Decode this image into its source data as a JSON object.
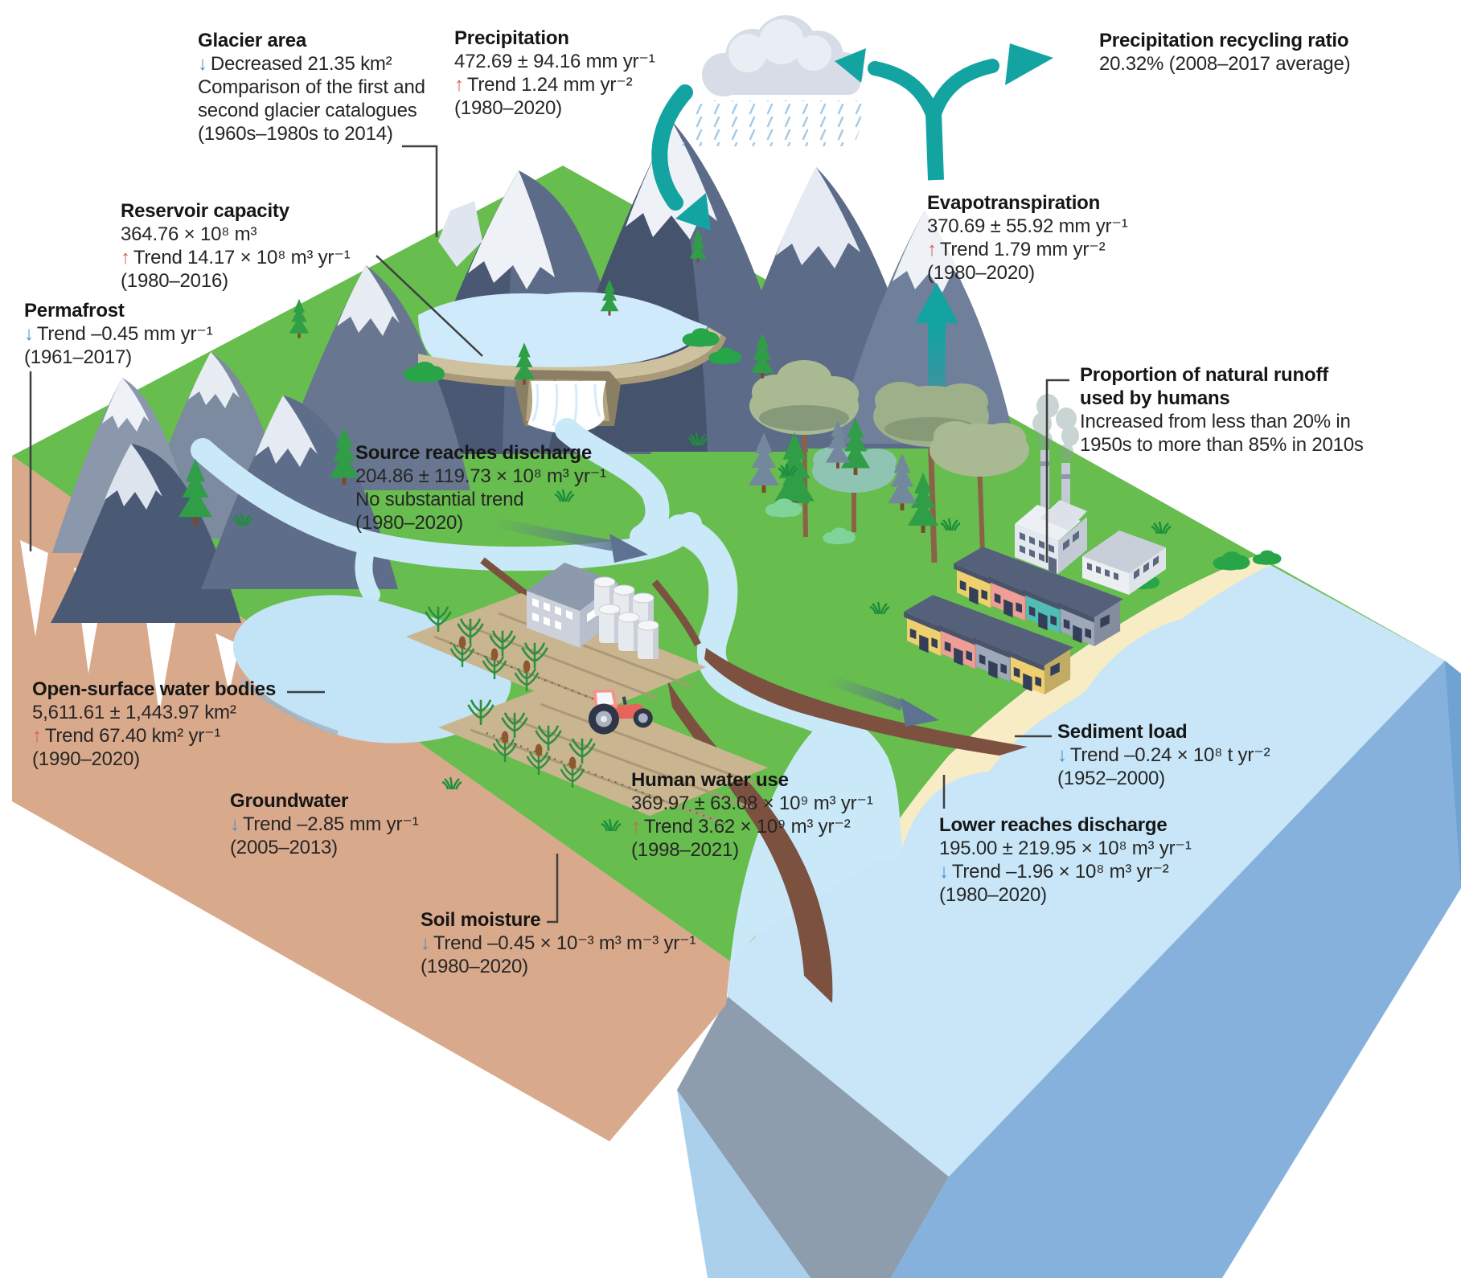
{
  "palette": {
    "accent_teal": "#13a3a1",
    "trend_up_color": "#d6604f",
    "trend_down_color": "#3f8fca",
    "text_color": "#262626",
    "land_green": "#67bd4e",
    "soil_tan": "#d9a98c",
    "sea_surface": "#c8e6f7",
    "river_blue": "#c9e8f8",
    "sediment_brown": "#7c5140"
  },
  "labels": {
    "glacier_area": {
      "title": "Glacier area",
      "line1_glyph": "↓",
      "line1": "Decreased 21.35 km²",
      "line2": "Comparison of the first and",
      "line3": "second glacier catalogues",
      "line4": "(1960s–1980s to 2014)"
    },
    "precipitation": {
      "title": "Precipitation",
      "value": "472.69 ± 94.16 mm yr⁻¹",
      "trend_glyph": "↑",
      "trend": "Trend 1.24 mm yr⁻²",
      "period": "(1980–2020)"
    },
    "precipitation_recycling": {
      "title": "Precipitation recycling ratio",
      "value": "20.32% (2008–2017 average)"
    },
    "reservoir_capacity": {
      "title": "Reservoir capacity",
      "value": "364.76 × 10⁸ m³",
      "trend_glyph": "↑",
      "trend": "Trend 14.17 × 10⁸ m³ yr⁻¹",
      "period": "(1980–2016)"
    },
    "evapotranspiration": {
      "title": "Evapotranspiration",
      "value": "370.69 ± 55.92 mm yr⁻¹",
      "trend_glyph": "↑",
      "trend": "Trend 1.79 mm yr⁻²",
      "period": "(1980–2020)"
    },
    "permafrost": {
      "title": "Permafrost",
      "trend_glyph": "↓",
      "trend": "Trend –0.45 mm yr⁻¹",
      "period": "(1961–2017)"
    },
    "natural_runoff": {
      "title_line1": "Proportion of natural runoff",
      "title_line2": "used by humans",
      "line1": "Increased from less than 20% in",
      "line2": "1950s to more than 85% in 2010s"
    },
    "source_reaches_discharge": {
      "title": "Source reaches discharge",
      "value": "204.86 ± 119.73 × 10⁸ m³ yr⁻¹",
      "note": "No substantial trend",
      "period": "(1980–2020)"
    },
    "open_surface_water": {
      "title": "Open-surface water bodies",
      "value": "5,611.61 ± 1,443.97 km²",
      "trend_glyph": "↑",
      "trend": "Trend 67.40 km² yr⁻¹",
      "period": "(1990–2020)"
    },
    "groundwater": {
      "title": "Groundwater",
      "trend_glyph": "↓",
      "trend": "Trend –2.85 mm yr⁻¹",
      "period": "(2005–2013)"
    },
    "soil_moisture": {
      "title": "Soil moisture",
      "trend_glyph": "↓",
      "trend": "Trend –0.45 × 10⁻³ m³ m⁻³ yr⁻¹",
      "period": "(1980–2020)"
    },
    "human_water_use": {
      "title": "Human water use",
      "value": "369.97 ± 63.08 × 10⁹ m³ yr⁻¹",
      "trend_glyph": "↑",
      "trend": "Trend 3.62 × 10⁹ m³ yr⁻²",
      "period": "(1998–2021)"
    },
    "sediment_load": {
      "title": "Sediment load",
      "trend_glyph": "↓",
      "trend": "Trend –0.24 × 10⁸ t yr⁻²",
      "period": "(1952–2000)"
    },
    "lower_reaches_discharge": {
      "title": "Lower reaches discharge",
      "value": "195.00 ± 219.95 × 10⁸ m³ yr⁻¹",
      "trend_glyph": "↓",
      "trend": "Trend –1.96 × 10⁸ m³ yr⁻²",
      "period": "(1980–2020)"
    }
  }
}
